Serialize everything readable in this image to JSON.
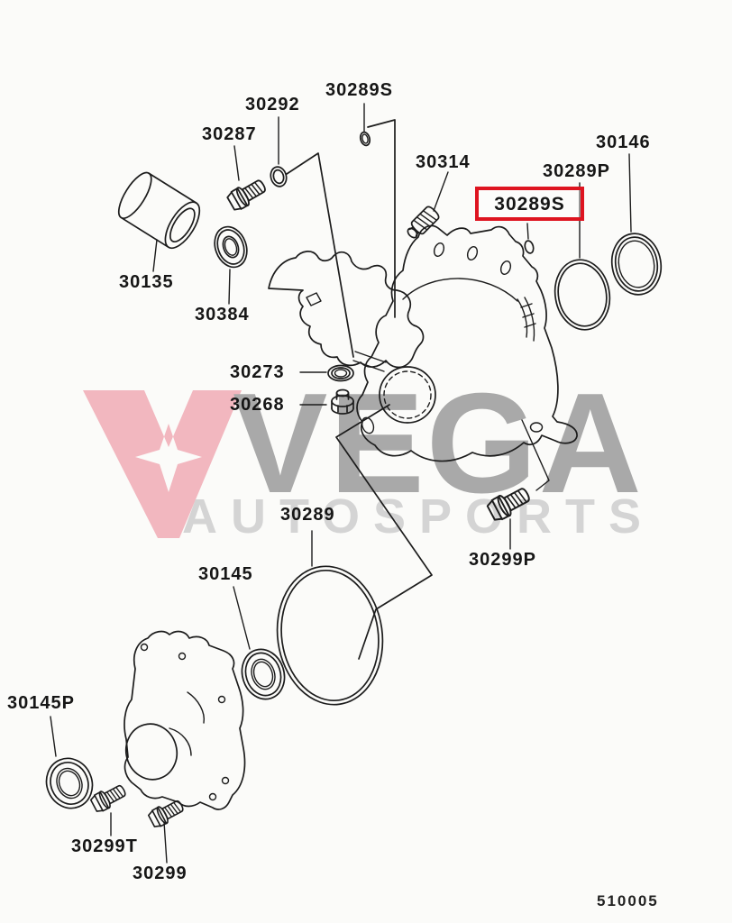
{
  "diagram": {
    "code": "510005",
    "highlight_color": "#de1420",
    "highlighted_part": "30289S",
    "labels": {
      "p30287": "30287",
      "p30292": "30292",
      "p30289s_top": "30289S",
      "p30314": "30314",
      "p30289p": "30289P",
      "p30146": "30146",
      "p30289s_box": "30289S",
      "p30135": "30135",
      "p30384": "30384",
      "p30273": "30273",
      "p30268": "30268",
      "p30289": "30289",
      "p30145": "30145",
      "p30299p": "30299P",
      "p30145p": "30145P",
      "p30299t": "30299T",
      "p30299": "30299"
    }
  },
  "watermark": {
    "logo_icon": "v-star-logo",
    "line1": "VEGA",
    "line2": "AUTOSPORTS",
    "logo_color": "#f2b7bf",
    "line1_color": "#a9a9a9",
    "line2_color": "#d4d4d4"
  }
}
